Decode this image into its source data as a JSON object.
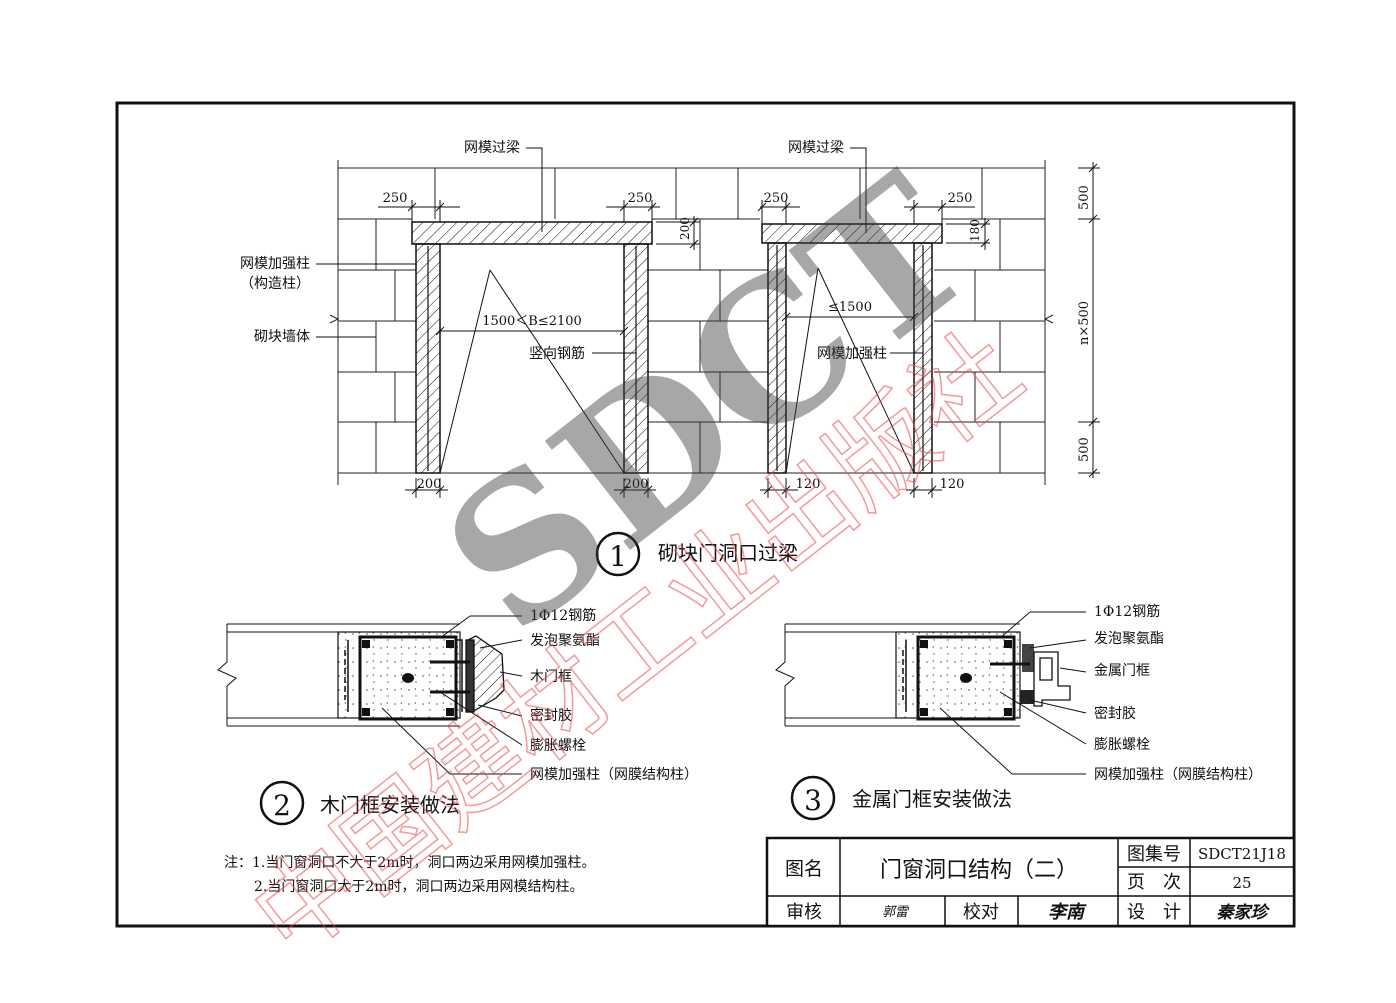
{
  "diagram1": {
    "number": "1",
    "caption": "砌块门洞口过梁",
    "beam_label": "网模过梁",
    "col_label_line1": "网模加强柱",
    "col_label_line2": "（构造柱）",
    "wall_label": "砌块墙体",
    "rebar_label": "竖向钢筋",
    "col_label_right": "网模加强柱",
    "opening_large": "1500＜B≤2100",
    "opening_small": "≤1500",
    "dim_250": "250",
    "dim_200": "200",
    "dim_180": "180",
    "dim_120": "120",
    "dim_500": "500",
    "dim_nx500": "n×500"
  },
  "diagram2": {
    "number": "2",
    "caption": "木门框安装做法",
    "labels": [
      "1Φ12钢筋",
      "发泡聚氨酯",
      "木门框",
      "密封胶",
      "膨胀螺栓",
      "网模加强柱（网膜结构柱）"
    ]
  },
  "diagram3": {
    "number": "3",
    "caption": "金属门框安装做法",
    "labels": [
      "1Φ12钢筋",
      "发泡聚氨酯",
      "金属门框",
      "密封胶",
      "膨胀螺栓",
      "网模加强柱（网膜结构柱）"
    ]
  },
  "notes": {
    "line1": "注：1.当门窗洞口不大于2m时，洞口两边采用网模加强柱。",
    "line2": "2.当门窗洞口大于2m时，洞口两边采用网模结构柱。"
  },
  "title_block": {
    "name_label": "图名",
    "drawing_title": "门窗洞口结构（二）",
    "atlas_label": "图集号",
    "atlas_no": "SDCT21J18",
    "page_label": "页　次",
    "page_no": "25",
    "review_label": "审核",
    "review_sig": "郭雷",
    "check_label": "校对",
    "check_sig": "李南",
    "design_label": "设　计",
    "design_sig": "秦家珍"
  },
  "watermark": {
    "logo_text": "SDCT",
    "publisher_text": "中国建材工业出版社"
  }
}
